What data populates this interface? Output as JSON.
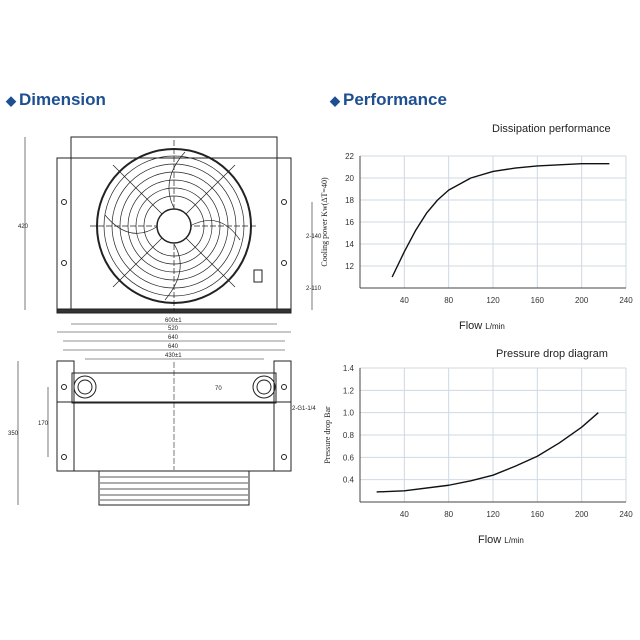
{
  "headings": {
    "dimension": "Dimension",
    "performance": "Performance",
    "bullet": "◆"
  },
  "dimensions": {
    "height_front": "420",
    "hole_pitch_upper": "2-140",
    "hole_pitch_lower": "2-110",
    "width_inner": "600±1",
    "width_mid": "520",
    "width_outer": "640",
    "top_width": "640",
    "port_pitch": "430±1",
    "port_dia": "70",
    "port_thread": "2-G1-1/4",
    "side_pitch": "170",
    "depth": "350"
  },
  "chart_data": [
    {
      "type": "line",
      "title": "Dissipation performance",
      "xlabel": "Flow",
      "xunit": "L/min",
      "ylabel": "Cooling power Kw(ΔT=40)",
      "xlim": [
        0,
        240
      ],
      "ylim": [
        10,
        22
      ],
      "xticks": [
        40,
        80,
        120,
        160,
        200,
        240
      ],
      "yticks": [
        12,
        14,
        16,
        18,
        20,
        22
      ],
      "grid": true,
      "x": [
        29,
        40,
        50,
        60,
        70,
        80,
        100,
        120,
        140,
        160,
        200,
        225
      ],
      "y": [
        11,
        13.3,
        15.2,
        16.8,
        18,
        18.9,
        20,
        20.6,
        20.9,
        21.1,
        21.3,
        21.3
      ]
    },
    {
      "type": "line",
      "title": "Pressure drop diagram",
      "xlabel": "Flow",
      "xunit": "L/min",
      "ylabel": "Pressure drop Bar",
      "xlim": [
        0,
        240
      ],
      "ylim": [
        0.2,
        1.4
      ],
      "xticks": [
        40,
        80,
        120,
        160,
        200,
        240
      ],
      "yticks": [
        0.4,
        0.6,
        0.8,
        1.0,
        1.2,
        1.4
      ],
      "grid": true,
      "x": [
        15,
        40,
        80,
        100,
        120,
        140,
        160,
        180,
        200,
        215
      ],
      "y": [
        0.29,
        0.3,
        0.35,
        0.39,
        0.44,
        0.52,
        0.61,
        0.73,
        0.87,
        1.0
      ]
    }
  ]
}
